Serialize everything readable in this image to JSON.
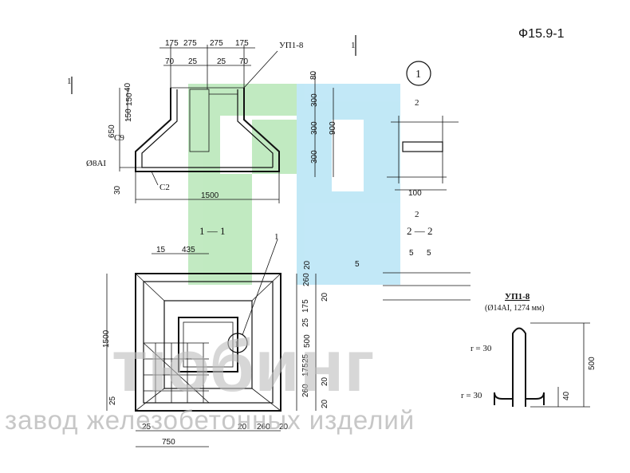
{
  "mark": "Ф15.9-1",
  "section_marks": {
    "s1": "1",
    "s2": "2"
  },
  "view_titles": {
    "section_1_1": "1 — 1",
    "section_2_2": "2 — 2"
  },
  "labels": {
    "up18": "УП1-8",
    "c9": "С9",
    "o8ai": "Ø8АI",
    "c2": "С2",
    "one": "1",
    "callout": "1"
  },
  "loop_spec": {
    "title": "УП1-8",
    "subtitle": "(Ø14АI, 1274 мм)",
    "r_top": "r = 30",
    "r_bottom": "r = 30",
    "h500": "500",
    "h40": "40"
  },
  "dims_top": {
    "d175a": "175",
    "d275a": "275",
    "d275b": "275",
    "d175b": "175",
    "d70a": "70",
    "d25a": "25",
    "d25b": "25",
    "d70b": "70"
  },
  "dims_section": {
    "d650": "650",
    "d40": "40",
    "d150a": "150",
    "d150b": "150",
    "d80": "80",
    "d300a": "300",
    "d300b": "300",
    "d300c": "300",
    "d900": "900",
    "d30": "30",
    "d1500": "1500"
  },
  "dims_detail": {
    "d100": "100",
    "d5a": "5",
    "d5b": "5",
    "d5c": "5"
  },
  "dims_plan": {
    "d15": "15",
    "d435": "435",
    "d1500v": "1500",
    "d25left": "25",
    "r20a": "20",
    "r260a": "260",
    "r20b": "20",
    "r175a": "175",
    "r25a": "25",
    "r500": "500",
    "r25b": "25",
    "r175b": "175",
    "r20c": "20",
    "r260b": "260",
    "r20d": "20",
    "b25": "25",
    "b750": "750",
    "b20a": "20",
    "b260": "260",
    "b20b": "20"
  },
  "watermark": {
    "brand": "тюбинг",
    "tagline": "завод железобетонных изделий"
  },
  "colors": {
    "wm_green": "#8fd98f",
    "wm_blue": "#8fd6f0",
    "wm_gray": "#c9c9c9"
  }
}
